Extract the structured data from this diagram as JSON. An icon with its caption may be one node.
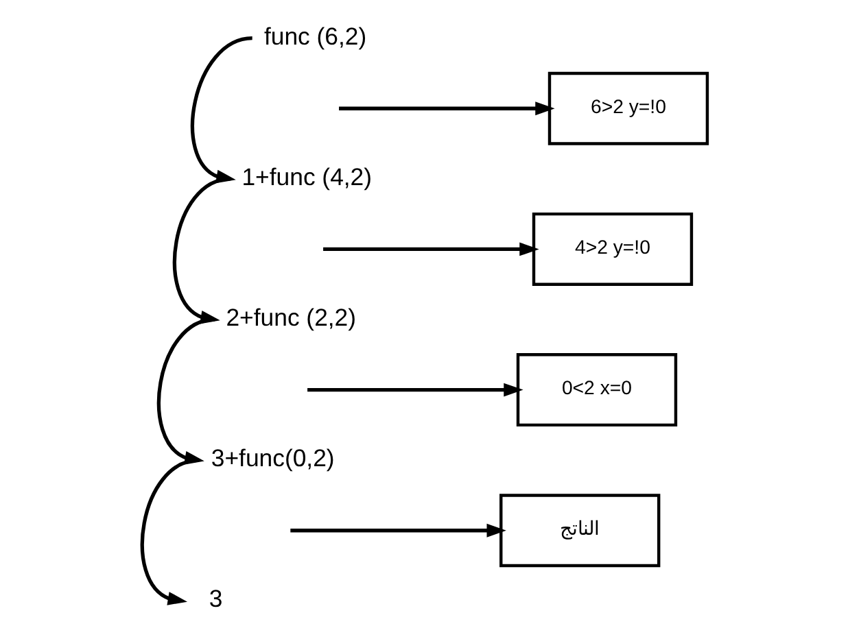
{
  "diagram": {
    "nodes": [
      {
        "text": [
          "func (6,2)"
        ]
      },
      {
        "text": [
          "1+func (4,2)"
        ]
      },
      {
        "text": [
          "2+func (2,2)"
        ]
      },
      {
        "text": [
          "3+func(0,2)"
        ]
      },
      {
        "text": [
          "3"
        ]
      },
      {
        "text": [
          "6>2 y=!0"
        ]
      },
      {
        "text": [
          "4>2 y=!0"
        ]
      },
      {
        "text": [
          "0<2 x=0"
        ]
      },
      {
        "text": [
          "الناتج"
        ]
      }
    ],
    "edges": [
      {
        "from": 0,
        "to": 1,
        "arrow": "to"
      },
      {
        "from": null,
        "to": 5,
        "arrow": "to"
      },
      {
        "from": 1,
        "to": 2,
        "arrow": "to"
      },
      {
        "from": null,
        "to": 6,
        "arrow": "to"
      },
      {
        "from": 2,
        "to": 3,
        "arrow": "to"
      },
      {
        "from": null,
        "to": 7,
        "arrow": "to"
      },
      {
        "from": 3,
        "to": 4,
        "arrow": "to"
      },
      {
        "from": null,
        "to": 8,
        "arrow": "to"
      }
    ]
  }
}
